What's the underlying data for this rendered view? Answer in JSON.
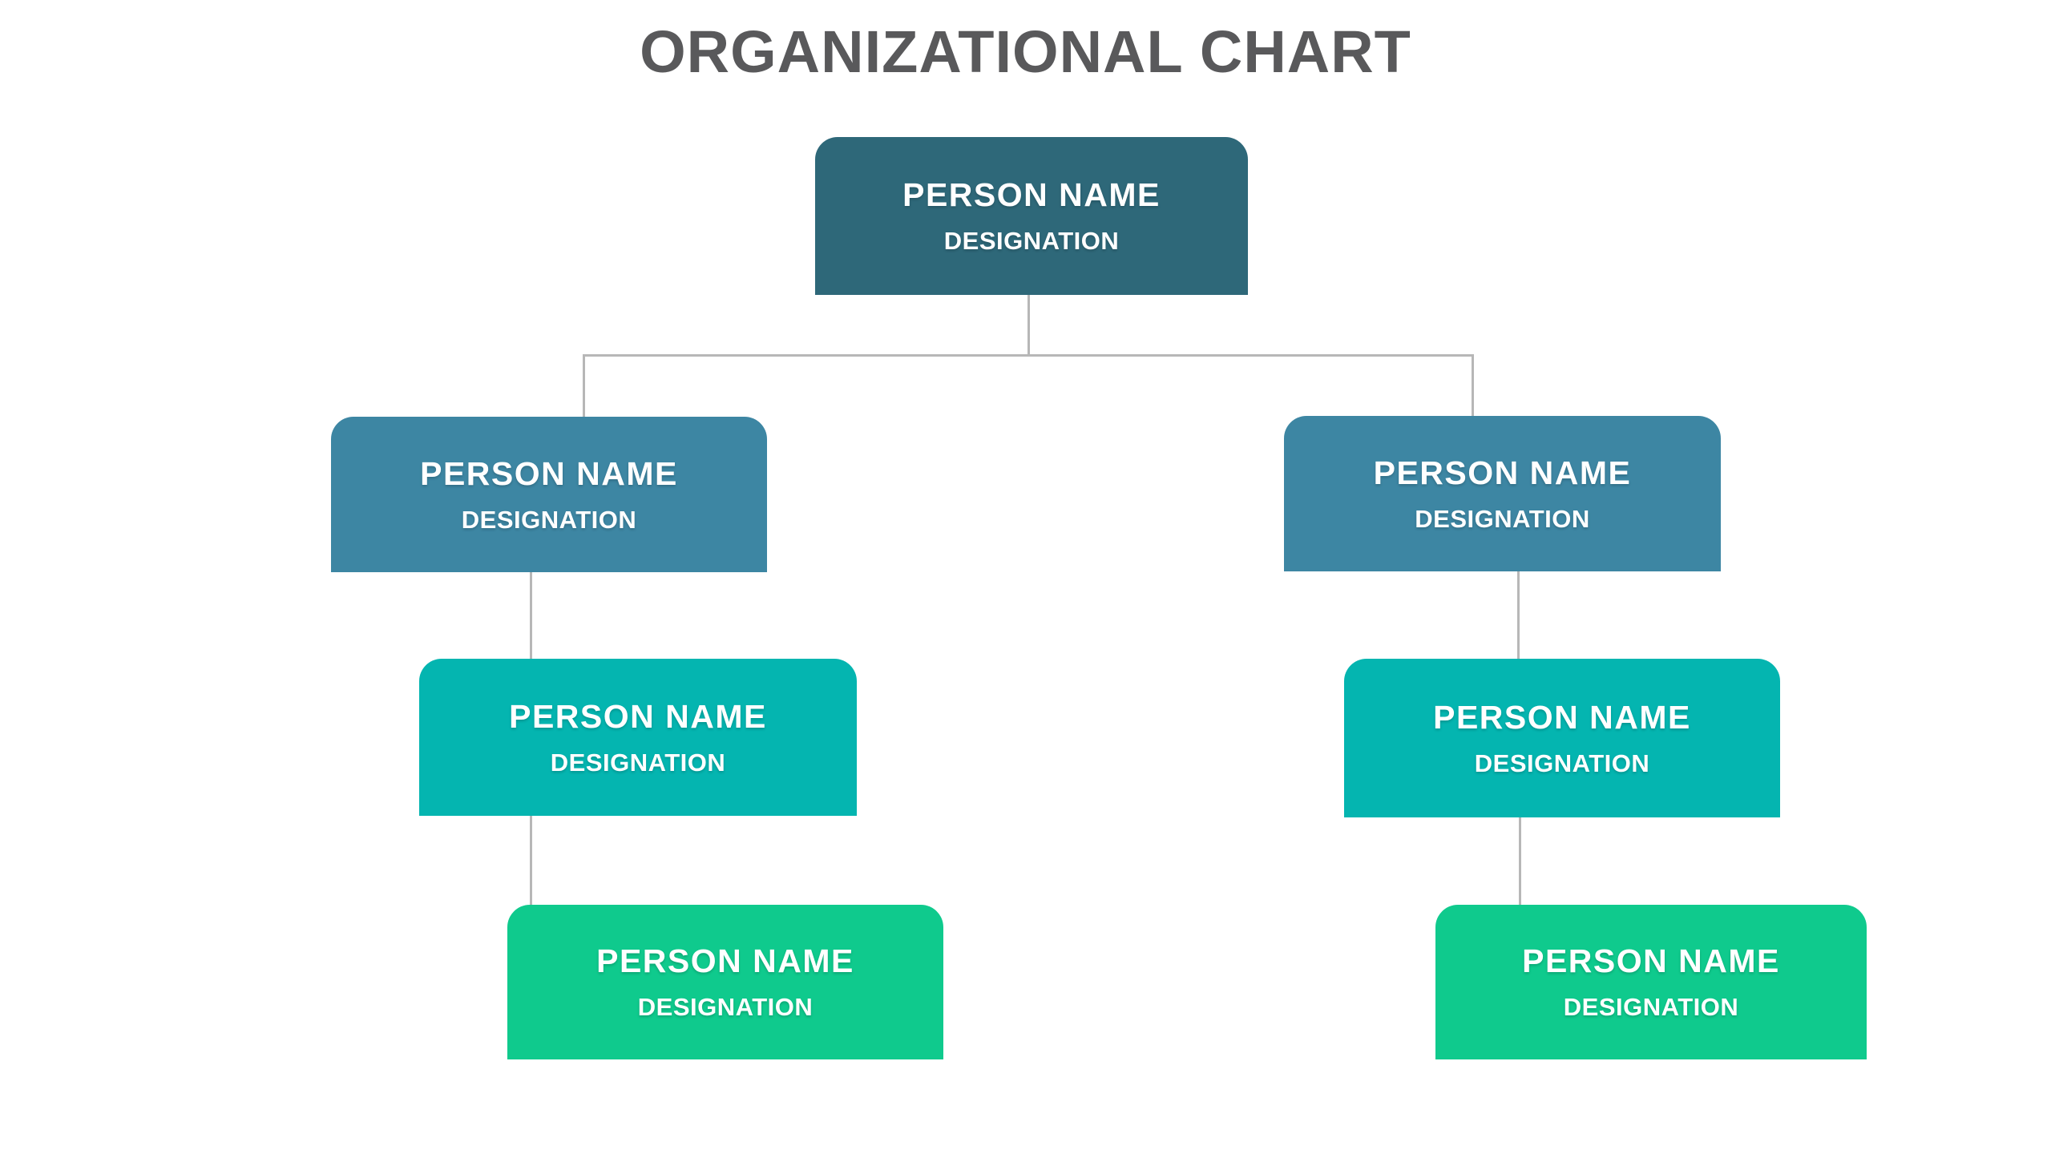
{
  "title": "ORGANIZATIONAL CHART",
  "colors": {
    "background": "#ffffff",
    "title_text": "#59595b",
    "node_text": "#ffffff",
    "connector": "#b7b7b7",
    "level1": "#2e6879",
    "level2": "#3d86a3",
    "level3": "#04b5b0",
    "level4": "#0fca8d"
  },
  "org": {
    "nodes": [
      {
        "id": "root",
        "level": 1,
        "branch": "center",
        "reports_to": null,
        "name": "PERSON NAME",
        "designation": "DESIGNATION"
      },
      {
        "id": "l2-left",
        "level": 2,
        "branch": "left",
        "reports_to": "root",
        "name": "PERSON NAME",
        "designation": "DESIGNATION"
      },
      {
        "id": "l2-right",
        "level": 2,
        "branch": "right",
        "reports_to": "root",
        "name": "PERSON NAME",
        "designation": "DESIGNATION"
      },
      {
        "id": "l3-left",
        "level": 3,
        "branch": "left",
        "reports_to": "l2-left",
        "name": "PERSON NAME",
        "designation": "DESIGNATION"
      },
      {
        "id": "l3-right",
        "level": 3,
        "branch": "right",
        "reports_to": "l2-right",
        "name": "PERSON NAME",
        "designation": "DESIGNATION"
      },
      {
        "id": "l4-left",
        "level": 4,
        "branch": "left",
        "reports_to": "l3-left",
        "name": "PERSON NAME",
        "designation": "DESIGNATION"
      },
      {
        "id": "l4-right",
        "level": 4,
        "branch": "right",
        "reports_to": "l3-right",
        "name": "PERSON NAME",
        "designation": "DESIGNATION"
      }
    ]
  }
}
